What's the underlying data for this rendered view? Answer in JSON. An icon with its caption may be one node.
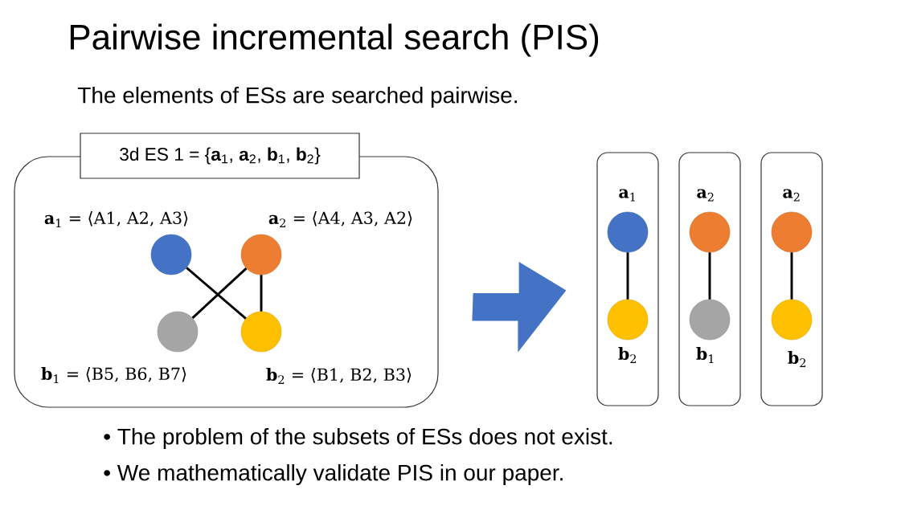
{
  "diagram": {
    "title": "Pairwise incremental search (PIS)",
    "nodes": [
      {
        "text": [
          "3d ES 1 = {**a**$_{1}$, **a**$_{2}$, **b**$_{1}$, **b**$_{2}$}"
        ]
      },
      {
        "text": [],
        "shape": "circle",
        "in": 0,
        "beside": [
          "**a**$_{1}$ = ⟨A1, A2, A3⟩"
        ]
      },
      {
        "text": [],
        "shape": "circle",
        "in": 0,
        "beside": [
          "**a**$_{2}$ = ⟨A4, A3, A2⟩"
        ]
      },
      {
        "text": [],
        "shape": "circle",
        "in": 0,
        "beside": [
          "**b**$_{1}$ = ⟨B5, B6, B7⟩"
        ]
      },
      {
        "text": [],
        "shape": "circle",
        "in": 0,
        "beside": [
          "**b**$_{2}$ = ⟨B1, B2, B3⟩"
        ]
      },
      {
        "text": [],
        "shape": "box"
      },
      {
        "text": [],
        "shape": "circle",
        "in": 5,
        "beside": [
          "**a**$_{1}$"
        ]
      },
      {
        "text": [],
        "shape": "circle",
        "in": 5,
        "beside": [
          "**b**$_{2}$"
        ]
      },
      {
        "text": [],
        "shape": "box"
      },
      {
        "text": [],
        "shape": "circle",
        "in": 8,
        "beside": [
          "**a**$_{2}$"
        ]
      },
      {
        "text": [],
        "shape": "circle",
        "in": 8,
        "beside": [
          "**b**$_{1}$"
        ]
      },
      {
        "text": [],
        "shape": "box"
      },
      {
        "text": [],
        "shape": "circle",
        "in": 11,
        "beside": [
          "**a**$_{2}$"
        ]
      },
      {
        "text": [],
        "shape": "circle",
        "in": 11,
        "beside": [
          "**b**$_{2}$"
        ]
      }
    ],
    "edges": [
      {
        "from": 1,
        "to": 4,
        "arrow": "none"
      },
      {
        "from": 2,
        "to": 3,
        "arrow": "none"
      },
      {
        "from": 2,
        "to": 4,
        "arrow": "none"
      },
      {
        "from": 0,
        "to": 5,
        "arrow": "to",
        "style": "thick",
        "color": "#4472c4"
      },
      {
        "from": 6,
        "to": 7,
        "arrow": "none"
      },
      {
        "from": 9,
        "to": 10,
        "arrow": "none"
      },
      {
        "from": 12,
        "to": 13,
        "arrow": "none"
      }
    ],
    "labels": [
      "The elements of ESs are searched pairwise.",
      "• The problem of the subsets of ESs does not exist.",
      "• We mathematically validate PIS in our paper."
    ]
  }
}
